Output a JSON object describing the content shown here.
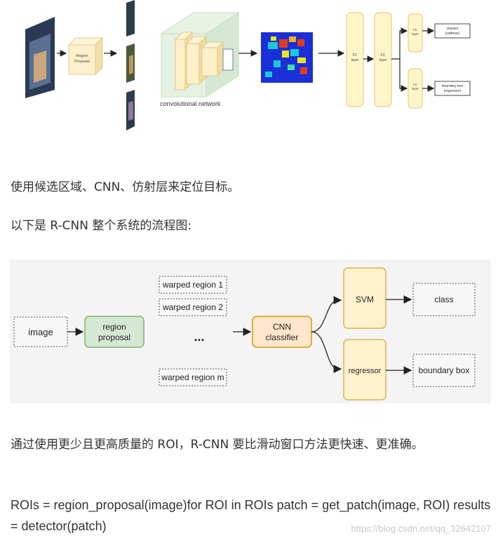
{
  "figure1": {
    "region_box_line1": "Region",
    "region_box_line2": "Proposal",
    "convnet_label": "convolutional network",
    "fc_label": "FC",
    "layer_label": "layer",
    "classes_line1": "classes",
    "classes_line2": "(softmax)",
    "bbox_line1": "boundary box",
    "bbox_line2": "(regressor)",
    "colors": {
      "yellow": "#fdf6c8",
      "cube_front": "#f9e9a8",
      "heatmap_bg": "#1b2fd8",
      "green_cube": "#d8ecd8"
    }
  },
  "text": {
    "p1": "使用候选区域、CNN、仿射层来定位目标。",
    "p2": "以下是 R-CNN 整个系统的流程图:",
    "p3": "通过使用更少且更高质量的 ROI，R-CNN 要比滑动窗口方法更快速、更准确。",
    "p4": "ROIs = region_proposal(image)for ROI in ROIs patch = get_patch(image, ROI) results = detector(patch)"
  },
  "figure2": {
    "image": "image",
    "region_line1": "region",
    "region_line2": "proposal",
    "warped1": "warped region 1",
    "warped2": "warped region 2",
    "ellipsis": "...",
    "warpedm": "warped region m",
    "cnn_line1": "CNN",
    "cnn_line2": "classifier",
    "svm": "SVM",
    "regressor": "regressor",
    "class": "class",
    "bbox": "boundary box",
    "colors": {
      "green": "#d5e8d4",
      "green_border": "#82b366",
      "orange": "#ffe6cc",
      "orange_border": "#d79b00",
      "yellow": "#fff2cc",
      "yellow_border": "#d6b656"
    }
  },
  "watermark": "https://blog.csdn.net/qq_32642107"
}
